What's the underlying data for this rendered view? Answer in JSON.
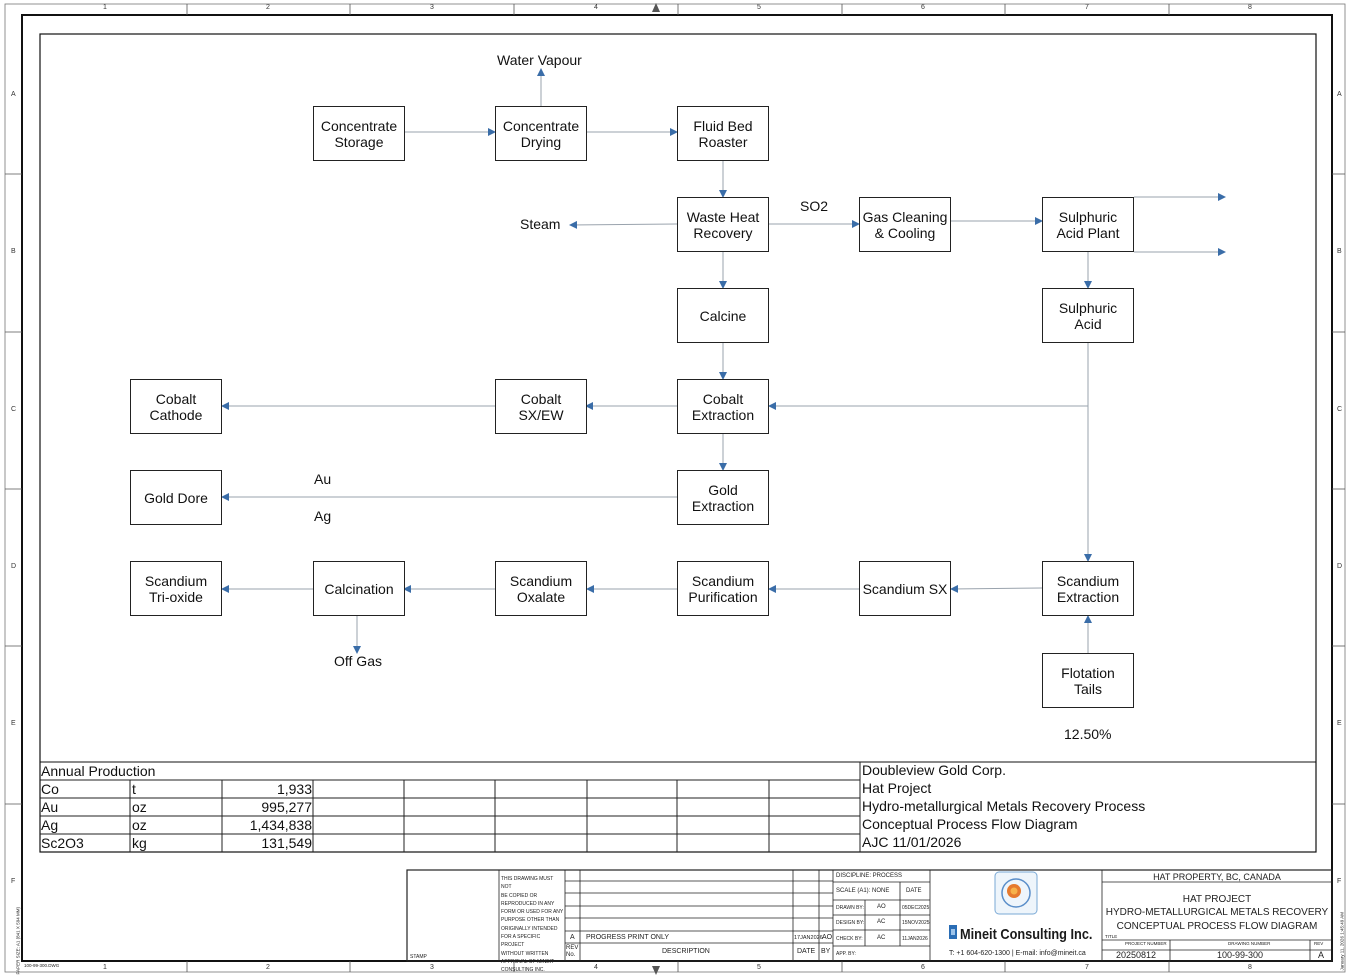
{
  "diagram": {
    "nodes": {
      "concentrate_storage": "Concentrate\nStorage",
      "concentrate_drying": "Concentrate\nDrying",
      "fluid_bed_roaster": "Fluid Bed\nRoaster",
      "waste_heat_recovery": "Waste Heat\nRecovery",
      "gas_cleaning": "Gas Cleaning\n& Cooling",
      "sulphuric_acid_plant": "Sulphuric\nAcid Plant",
      "sulphuric_acid": "Sulphuric\nAcid",
      "calcine": "Calcine",
      "cobalt_extraction": "Cobalt\nExtraction",
      "cobalt_sxew": "Cobalt\nSX/EW",
      "cobalt_cathode": "Cobalt\nCathode",
      "gold_extraction": "Gold\nExtraction",
      "gold_dore": "Gold Dore",
      "scandium_extraction": "Scandium\nExtraction",
      "scandium_sx": "Scandium SX",
      "scandium_purification": "Scandium\nPurification",
      "scandium_oxalate": "Scandium\nOxalate",
      "calcination": "Calcination",
      "scandium_trioxide": "Scandium\nTri-oxide",
      "flotation_tails": "Flotation\nTails"
    },
    "labels": {
      "water_vapour": "Water Vapour",
      "steam": "Steam",
      "so2": "SO2",
      "au": "Au",
      "ag": "Ag",
      "off_gas": "Off Gas",
      "percent": "12.50%"
    }
  },
  "production": {
    "header": "Annual Production",
    "rows": [
      {
        "element": "Co",
        "unit": "t",
        "value": "1,933"
      },
      {
        "element": "Au",
        "unit": "oz",
        "value": "995,277"
      },
      {
        "element": "Ag",
        "unit": "oz",
        "value": "1,434,838"
      },
      {
        "element": "Sc2O3",
        "unit": "kg",
        "value": "131,549"
      }
    ]
  },
  "info": {
    "company": "Doubleview Gold Corp.",
    "project": "Hat Project",
    "process": "Hydro-metallurgical Metals Recovery Process",
    "diagram": "Conceptual Process Flow Diagram",
    "author_date": "AJC 11/01/2026"
  },
  "grid": {
    "columns": [
      "1",
      "2",
      "3",
      "4",
      "5",
      "6",
      "7",
      "8"
    ],
    "rows": [
      "A",
      "B",
      "C",
      "D",
      "E",
      "F"
    ]
  },
  "title_block": {
    "disclaimer": "THIS DRAWING MUST NOT\nBE COPIED OR\nREPRODUCED IN ANY\nFORM OR USED FOR ANY\nPURPOSE OTHER THAN\nORIGINALLY INTENDED\nFOR A SPECIFIC PROJECT\nWITHOUT WRITTEN\nAPPROVAL OF MINEIT\nCONSULTING INC.",
    "rev_row": {
      "rev": "A",
      "description": "PROGRESS PRINT ONLY",
      "date": "17JAN2026",
      "by": "AO"
    },
    "rev_header": "REV\nNo.",
    "description_header": "DESCRIPTION",
    "date_header": "DATE",
    "by_header": "BY",
    "discipline": "DISCIPLINE: PROCESS",
    "scale": "SCALE (A1): NONE",
    "date_label": "DATE",
    "drawn": {
      "label": "DRAWN BY:",
      "by": "AO",
      "date": "05DEC2025"
    },
    "design": {
      "label": "DESIGN BY:",
      "by": "AC",
      "date": "15NOV2025"
    },
    "check": {
      "label": "CHECK BY:",
      "by": "AC",
      "date": "11JAN2026"
    },
    "approval": {
      "label": "APP. BY:"
    },
    "consultant": "Mineit Consulting Inc.",
    "contact": "T: +1 604-620-1300 | E-mail: info@mineit.ca",
    "location": "HAT PROPERTY, BC, CANADA",
    "title_lines": [
      "HAT PROJECT",
      "HYDRO-METALLURGICAL METALS RECOVERY",
      "CONCEPTUAL PROCESS FLOW DIAGRAM"
    ],
    "title_label": "TITLE",
    "project_number_label": "PROJECT NUMBER",
    "project_number": "20250812",
    "drawing_number_label": "DRAWING NUMBER",
    "drawing_number": "100-99-300",
    "rev_label": "REV",
    "rev_value": "A",
    "file_name": "100-99-300.DWG",
    "stamp_label": "STAMP",
    "paper_size": "PAPER SIZE: A1 (841 X 594 MM)",
    "print_date": "January 11, 2026 1:45:49 AM"
  },
  "colors": {
    "arrow": "#3a6da8",
    "line": "#222222",
    "frame": "#111111"
  }
}
